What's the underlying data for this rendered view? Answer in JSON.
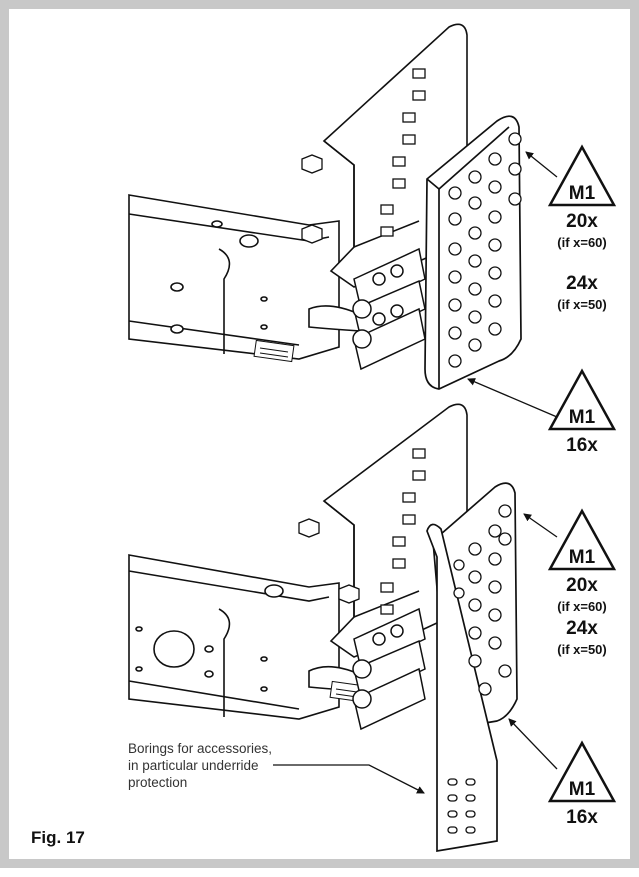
{
  "figure": {
    "label": "Fig. 17"
  },
  "assembly_top": {
    "upper_marker": {
      "symbol": "M1",
      "count": "20x",
      "condition": "(if x=60)",
      "alt_count": "24x",
      "alt_condition": "(if x=50)"
    },
    "lower_marker": {
      "symbol": "M1",
      "count": "16x"
    }
  },
  "assembly_bottom": {
    "upper_marker": {
      "symbol": "M1",
      "count": "20x",
      "condition": "(if x=60)",
      "alt_count": "24x",
      "alt_condition": "(if x=50)"
    },
    "lower_marker": {
      "symbol": "M1",
      "count": "16x"
    },
    "note": {
      "lines": [
        "Borings for accessories,",
        "in particular underride",
        "protection"
      ]
    }
  }
}
